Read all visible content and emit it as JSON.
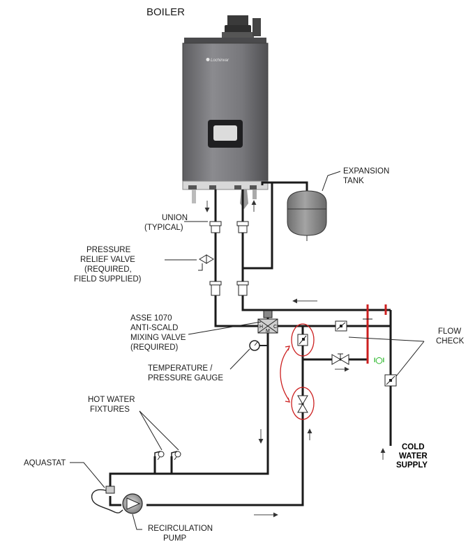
{
  "labels": {
    "boiler": "BOILER",
    "boiler_brand": "Lochinvar",
    "expansion_tank": [
      "EXPANSION",
      "TANK"
    ],
    "union": [
      "UNION",
      "(TYPICAL)"
    ],
    "pressure_relief": [
      "PRESSURE",
      "RELIEF VALVE",
      "(REQUIRED,",
      "FIELD SUPPLIED)"
    ],
    "mixing_valve": [
      "ASSE 1070",
      "ANTI-SCALD",
      "MIXING VALVE",
      "(REQUIRED)"
    ],
    "valve_ports": [
      "H",
      "C",
      "M"
    ],
    "temp_gauge": [
      "TEMPERATURE /",
      "PRESSURE GAUGE"
    ],
    "hot_water_fixtures": [
      "HOT WATER",
      "FIXTURES"
    ],
    "aquastat": "AQUASTAT",
    "recirc_pump": [
      "RECIRCULATION",
      "PUMP"
    ],
    "flow_check": [
      "FLOW",
      "CHECK"
    ],
    "cold_water": [
      "COLD",
      "WATER",
      "SUPPLY"
    ]
  },
  "colors": {
    "pipe": "#1a1a1a",
    "boiler_body": "#7d7d80",
    "tank": "#8a8a8a",
    "highlight_red": "#cc1f1f",
    "highlight_green": "#2db82d"
  }
}
